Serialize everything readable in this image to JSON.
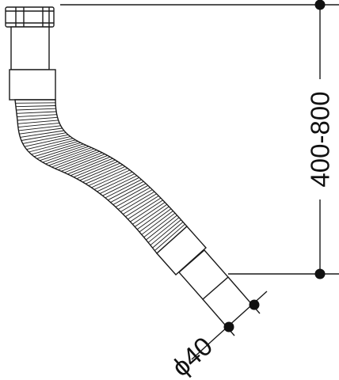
{
  "diagram": {
    "length_dimension": "400-800",
    "diameter_symbol": "ϕ",
    "diameter_value": "40"
  },
  "colors": {
    "stroke": "#1a1a1a",
    "background": "#ffffff"
  }
}
